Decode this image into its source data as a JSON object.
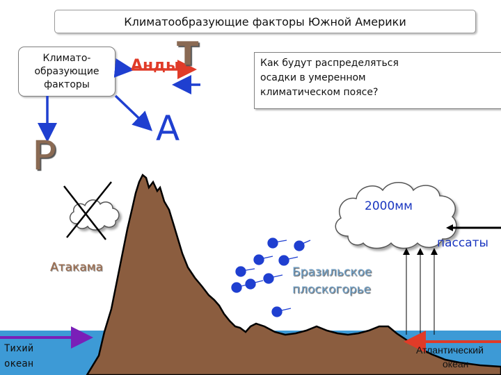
{
  "title": "Климатообразующие факторы Южной Америки",
  "factors_box": {
    "line1": "Климато-",
    "line2": "образующие",
    "line3": "факторы"
  },
  "labels": {
    "andes": "Анды",
    "t": "Т",
    "a": "А",
    "r": "Р",
    "question": [
      "Как  будут распределяться",
      "осадки в умеренном",
      "климатическом поясе?"
    ],
    "precip": "2000мм",
    "tradewinds": "пассаты",
    "atacama": "Атакама",
    "brazil": [
      "Бразильское",
      "плоскогорье"
    ],
    "pacific": [
      "Тихий",
      "океан"
    ],
    "atlantic": [
      "Атлантический",
      "океан"
    ]
  },
  "colors": {
    "mountain": "#8b5d3f",
    "ocean": "#3d9ad6",
    "arrow_blue": "#1f3fd0",
    "arrow_red": "#e03b28",
    "arrow_purple": "#7a1fb8",
    "raindrop": "#1f3fd0",
    "letter_brown": "#8a6a53",
    "atacama_brown": "#9c6a4a",
    "label_blue": "#6f9fc6"
  }
}
